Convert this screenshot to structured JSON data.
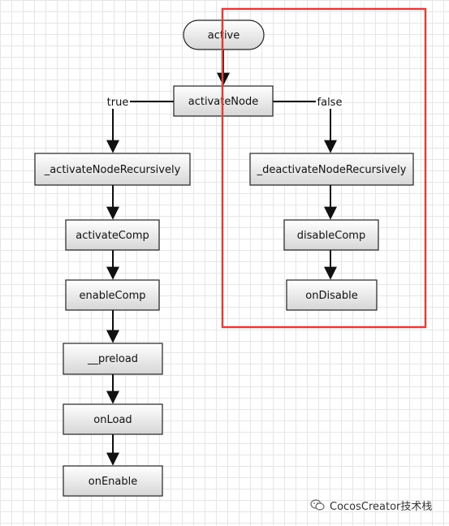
{
  "nodes": {
    "active": "active",
    "activateNode": "activateNode",
    "activateNodeRecursively": "_activateNodeRecursively",
    "activateComp": "activateComp",
    "enableComp": "enableComp",
    "preload": "__preload",
    "onLoad": "onLoad",
    "onEnable": "onEnable",
    "deactivateNodeRecursively": "_deactivateNodeRecursively",
    "disableComp": "disableComp",
    "onDisable": "onDisable"
  },
  "edges": {
    "true_label": "true",
    "false_label": "false"
  },
  "highlight_color": "#d9413f",
  "watermark": {
    "icon": "wechat-icon",
    "text": "CocosCreator技术栈"
  }
}
